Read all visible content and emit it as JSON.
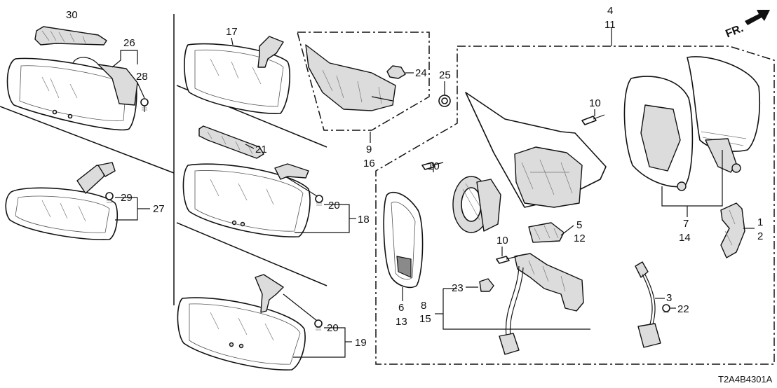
{
  "diagram": {
    "direction_label": "FR.",
    "diagram_code": "T2A4B4301A",
    "callouts": {
      "c30": "30",
      "c26": "26",
      "c28": "28",
      "c29": "29",
      "c27": "27",
      "c17": "17",
      "c21": "21",
      "c20a": "20",
      "c18": "18",
      "c20b": "20",
      "c19": "19",
      "c24": "24",
      "c25": "25",
      "c9": "9",
      "c16": "16",
      "c4": "4",
      "c11": "11",
      "c10a": "10",
      "c10b": "10",
      "c10c": "10",
      "c5": "5",
      "c12": "12",
      "c6": "6",
      "c13": "13",
      "c23": "23",
      "c8": "8",
      "c15": "15",
      "c7": "7",
      "c14": "14",
      "c1": "1",
      "c2": "2",
      "c3": "3",
      "c22": "22"
    }
  }
}
